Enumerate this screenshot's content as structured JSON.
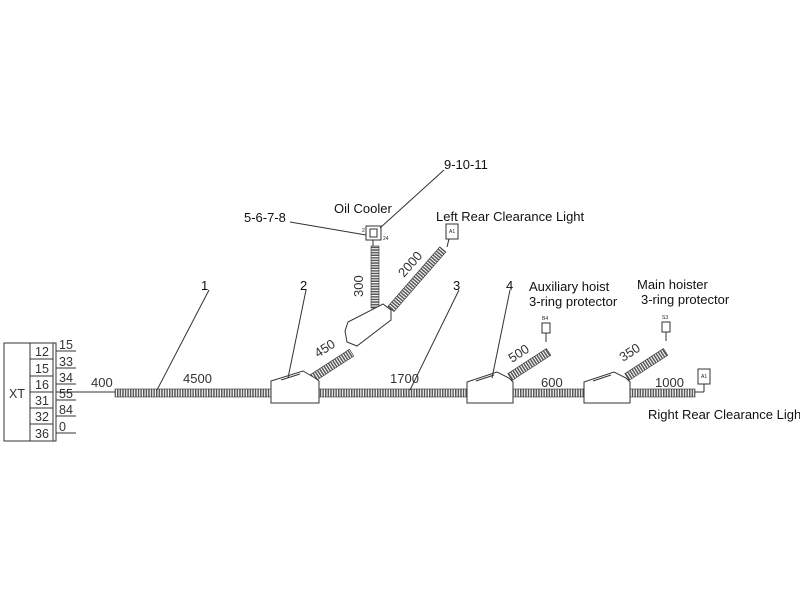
{
  "connector": {
    "name": "XT",
    "left_pins": [
      "12",
      "15",
      "16",
      "31",
      "32",
      "36"
    ],
    "right_pins": [
      "15",
      "33",
      "34",
      "55",
      "84",
      "0"
    ]
  },
  "callouts": {
    "c1": "1",
    "c2": "2",
    "c3": "3",
    "c4": "4",
    "c5678": "5-6-7-8",
    "c91011": "9-10-11"
  },
  "components": {
    "oil_cooler": "Oil Cooler",
    "left_light": "Left Rear Clearance Light",
    "aux_hoist_1": "Auxiliary hoist",
    "aux_hoist_2": "3-ring protector",
    "main_hoist_1": "Main hoister",
    "main_hoist_2": "3-ring protector",
    "right_light": "Right Rear Clearance Light"
  },
  "lengths": {
    "l400": "400",
    "l4500": "4500",
    "l1700": "1700",
    "l600": "600",
    "l1000": "1000",
    "l450": "450",
    "l300": "300",
    "l2000": "2000",
    "l500": "500",
    "l350": "350"
  },
  "tiny_marks": {
    "sw_label": "B4",
    "sw2_label": "S3",
    "light_label": "A1",
    "cooler_a": "2",
    "cooler_b": "24"
  }
}
